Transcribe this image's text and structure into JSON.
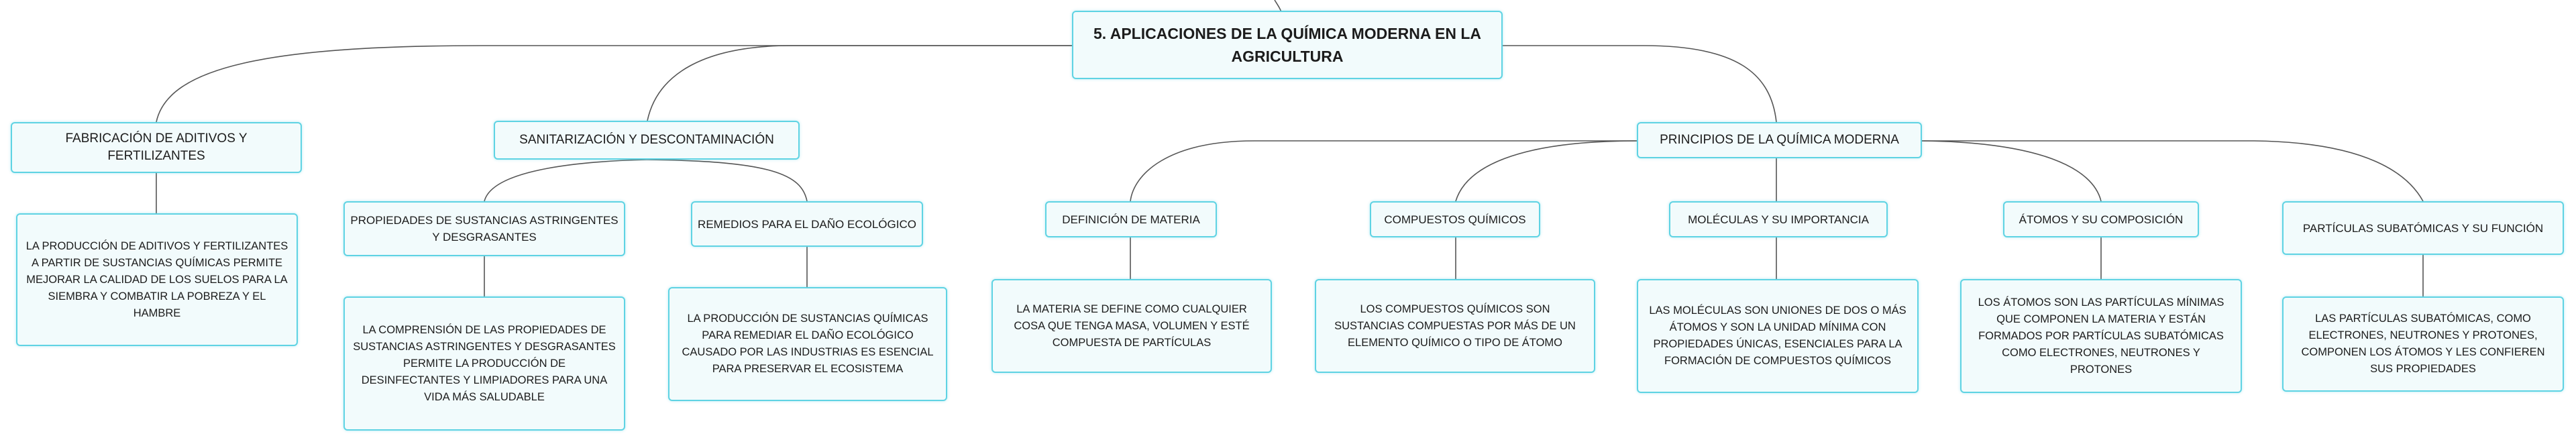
{
  "root": {
    "title": "5. APLICACIONES DE LA QUÍMICA MODERNA EN LA AGRICULTURA"
  },
  "branches": [
    {
      "label": "FABRICACIÓN DE ADITIVOS Y FERTILIZANTES",
      "detail": "LA PRODUCCIÓN DE ADITIVOS Y FERTILIZANTES A PARTIR DE SUSTANCIAS QUÍMICAS PERMITE MEJORAR LA CALIDAD DE LOS SUELOS PARA LA SIEMBRA Y COMBATIR LA POBREZA Y EL HAMBRE"
    },
    {
      "label": "SANITARIZACIÓN Y DESCONTAMINACIÓN",
      "children": [
        {
          "label": "PROPIEDADES DE SUSTANCIAS ASTRINGENTES Y DESGRASANTES",
          "detail": "LA COMPRENSIÓN DE LAS PROPIEDADES DE SUSTANCIAS ASTRINGENTES Y DESGRASANTES PERMITE LA PRODUCCIÓN DE DESINFECTANTES Y LIMPIADORES PARA UNA VIDA MÁS SALUDABLE"
        },
        {
          "label": "REMEDIOS PARA EL DAÑO ECOLÓGICO",
          "detail": "LA PRODUCCIÓN DE SUSTANCIAS QUÍMICAS PARA REMEDIAR EL DAÑO ECOLÓGICO CAUSADO POR LAS INDUSTRIAS ES ESENCIAL PARA PRESERVAR EL ECOSISTEMA"
        }
      ]
    },
    {
      "label": "PRINCIPIOS DE LA QUÍMICA MODERNA",
      "children": [
        {
          "label": "DEFINICIÓN DE MATERIA",
          "detail": "LA MATERIA SE DEFINE COMO CUALQUIER COSA QUE TENGA MASA, VOLUMEN Y ESTÉ COMPUESTA DE PARTÍCULAS"
        },
        {
          "label": "COMPUESTOS QUÍMICOS",
          "detail": "LOS COMPUESTOS QUÍMICOS SON SUSTANCIAS COMPUESTAS POR MÁS DE UN ELEMENTO QUÍMICO O TIPO DE ÁTOMO"
        },
        {
          "label": "MOLÉCULAS Y SU IMPORTANCIA",
          "detail": "LAS MOLÉCULAS SON UNIONES DE DOS O MÁS ÁTOMOS Y SON LA UNIDAD MÍNIMA CON PROPIEDADES ÚNICAS, ESENCIALES PARA LA FORMACIÓN DE COMPUESTOS QUÍMICOS"
        },
        {
          "label": "ÁTOMOS Y SU COMPOSICIÓN",
          "detail": "LOS ÁTOMOS SON LAS PARTÍCULAS MÍNIMAS QUE COMPONEN LA MATERIA Y ESTÁN FORMADOS POR PARTÍCULAS SUBATÓMICAS COMO ELECTRONES, NEUTRONES Y PROTONES"
        },
        {
          "label": "PARTÍCULAS SUBATÓMICAS Y SU FUNCIÓN",
          "detail": "LAS PARTÍCULAS SUBATÓMICAS, COMO ELECTRONES, NEUTRONES Y PROTONES, COMPONEN LOS ÁTOMOS Y LES CONFIEREN SUS PROPIEDADES"
        }
      ]
    }
  ],
  "colors": {
    "node_border": "#5fd3e3",
    "node_fill": "#f2fbfc",
    "connector": "#555555"
  }
}
